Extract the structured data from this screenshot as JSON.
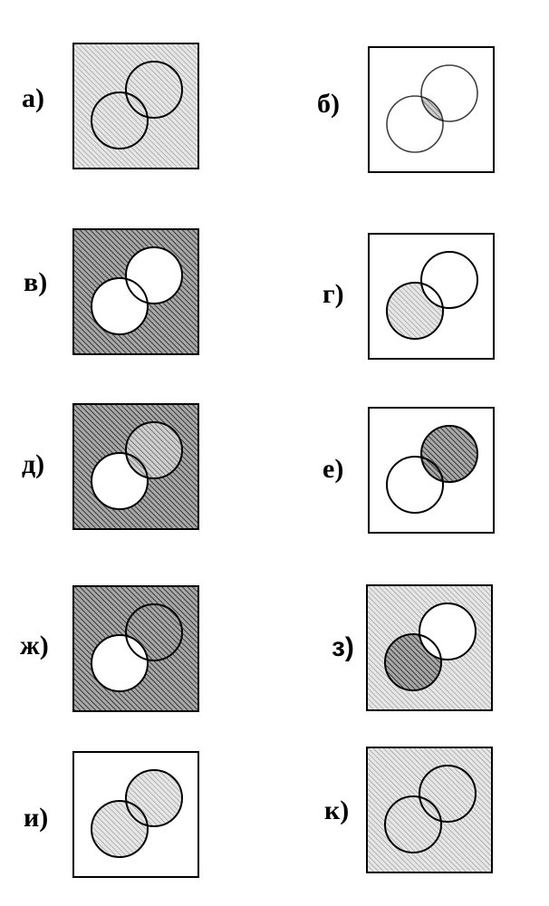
{
  "diagrams": [
    {
      "label": "а)",
      "fill": [
        "outside",
        "a",
        "b",
        "ab"
      ],
      "shade": {
        "outside": "light",
        "a": "light",
        "b": "light",
        "ab": "light"
      }
    },
    {
      "label": "б)",
      "fill": [
        "ab"
      ],
      "shade": {
        "ab": "medium"
      },
      "faint_circles": true
    },
    {
      "label": "в)",
      "fill": [
        "outside"
      ],
      "shade": {
        "outside": "dark"
      }
    },
    {
      "label": "г)",
      "fill": [
        "a"
      ],
      "shade": {
        "a": "light"
      }
    },
    {
      "label": "д)",
      "fill": [
        "outside",
        "b",
        "ab"
      ],
      "shade": {
        "outside": "dark",
        "b": "medium",
        "ab": "medium"
      }
    },
    {
      "label": "е)",
      "fill": [
        "b",
        "ab"
      ],
      "shade": {
        "b": "dark",
        "ab": "dark"
      }
    },
    {
      "label": "ж)",
      "fill": [
        "outside",
        "b"
      ],
      "shade": {
        "outside": "dark",
        "b": "dark"
      }
    },
    {
      "label": "з)",
      "fill": [
        "outside",
        "a"
      ],
      "shade": {
        "outside": "light",
        "a": "dark"
      }
    },
    {
      "label": "и)",
      "fill": [
        "a",
        "b",
        "ab"
      ],
      "shade": {
        "a": "light",
        "b": "light",
        "ab": "light"
      }
    },
    {
      "label": "к)",
      "fill": [
        "outside",
        "a",
        "b",
        "ab"
      ],
      "shade": {
        "outside": "light",
        "a": "light",
        "b": "light",
        "ab": "light"
      }
    }
  ],
  "colors": {
    "stroke": "#000000",
    "light": "#9a9a9a",
    "medium": "#6c6c6c",
    "dark": "#3c3c3c",
    "background": "#ffffff"
  }
}
